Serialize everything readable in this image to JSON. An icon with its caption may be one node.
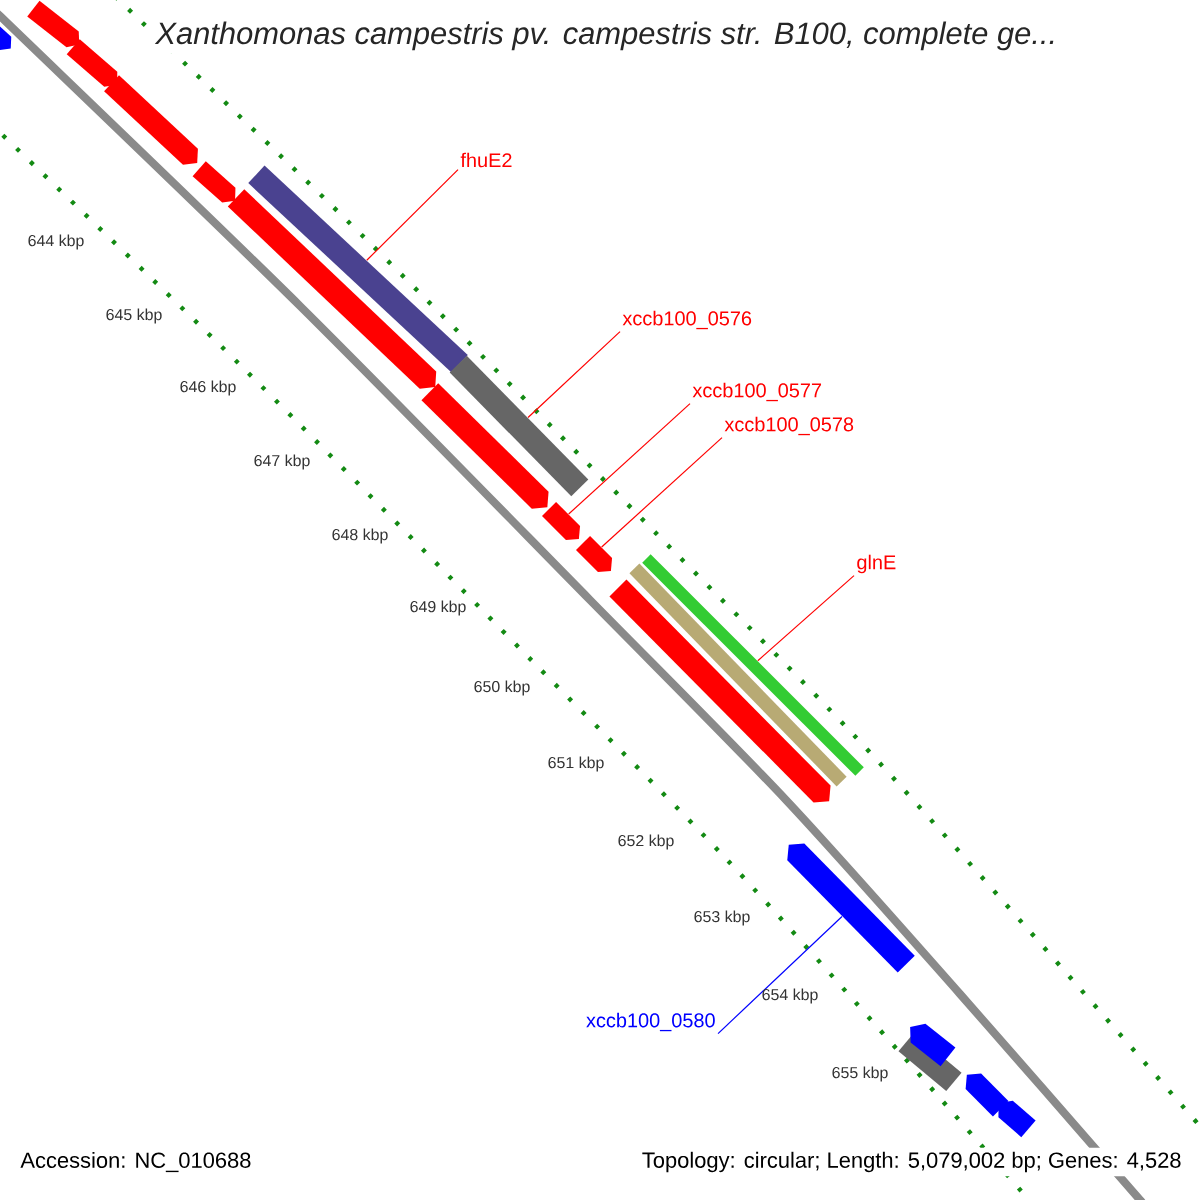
{
  "diagram": {
    "title": "Xanthomonas campestris pv. campestris str. B100, complete ge...",
    "nodes": [
      {
        "text": [
          "fhuE2"
        ]
      },
      {
        "text": [
          "xccb100_0576"
        ]
      },
      {
        "text": [
          "xccb100_0577"
        ]
      },
      {
        "text": [
          "xccb100_0578"
        ]
      },
      {
        "text": [
          "glnE"
        ]
      },
      {
        "text": [
          "xccb100_0580"
        ]
      },
      {
        "text": [],
        "shape": "arrow"
      },
      {
        "text": [],
        "shape": "arrow"
      },
      {
        "text": [],
        "shape": "arrow"
      },
      {
        "text": [],
        "shape": "arrow"
      },
      {
        "text": [],
        "shape": "arrow"
      },
      {
        "text": [],
        "shape": "arrow"
      },
      {
        "text": [],
        "shape": "bar"
      },
      {
        "text": [],
        "shape": "arrow"
      },
      {
        "text": [],
        "shape": "bar"
      },
      {
        "text": [],
        "shape": "arrow"
      },
      {
        "text": [],
        "shape": "arrow"
      },
      {
        "text": [],
        "shape": "arrow"
      },
      {
        "text": [],
        "shape": "bar"
      },
      {
        "text": [],
        "shape": "bar"
      },
      {
        "text": [],
        "shape": "arrow"
      },
      {
        "text": [],
        "shape": "bar"
      },
      {
        "text": [],
        "shape": "arrow"
      },
      {
        "text": [],
        "shape": "arrow"
      },
      {
        "text": [],
        "shape": "arrow"
      }
    ],
    "edges": [
      {
        "from": 0,
        "to": 12,
        "arrow": "none"
      },
      {
        "from": 1,
        "to": 14,
        "arrow": "none"
      },
      {
        "from": 2,
        "to": 15,
        "arrow": "none"
      },
      {
        "from": 3,
        "to": 16,
        "arrow": "none"
      },
      {
        "from": 4,
        "to": 19,
        "arrow": "none"
      },
      {
        "from": 5,
        "to": 20,
        "arrow": "none",
        "color": "#0000ff"
      }
    ],
    "labels": [
      "644 kbp",
      "645 kbp",
      "646 kbp",
      "647 kbp",
      "648 kbp",
      "649 kbp",
      "650 kbp",
      "651 kbp",
      "652 kbp",
      "653 kbp",
      "654 kbp",
      "655 kbp",
      "Accession: NC_010688",
      "Topology: circular; Length: 5,079,002 bp; Genes: 4,528"
    ]
  }
}
